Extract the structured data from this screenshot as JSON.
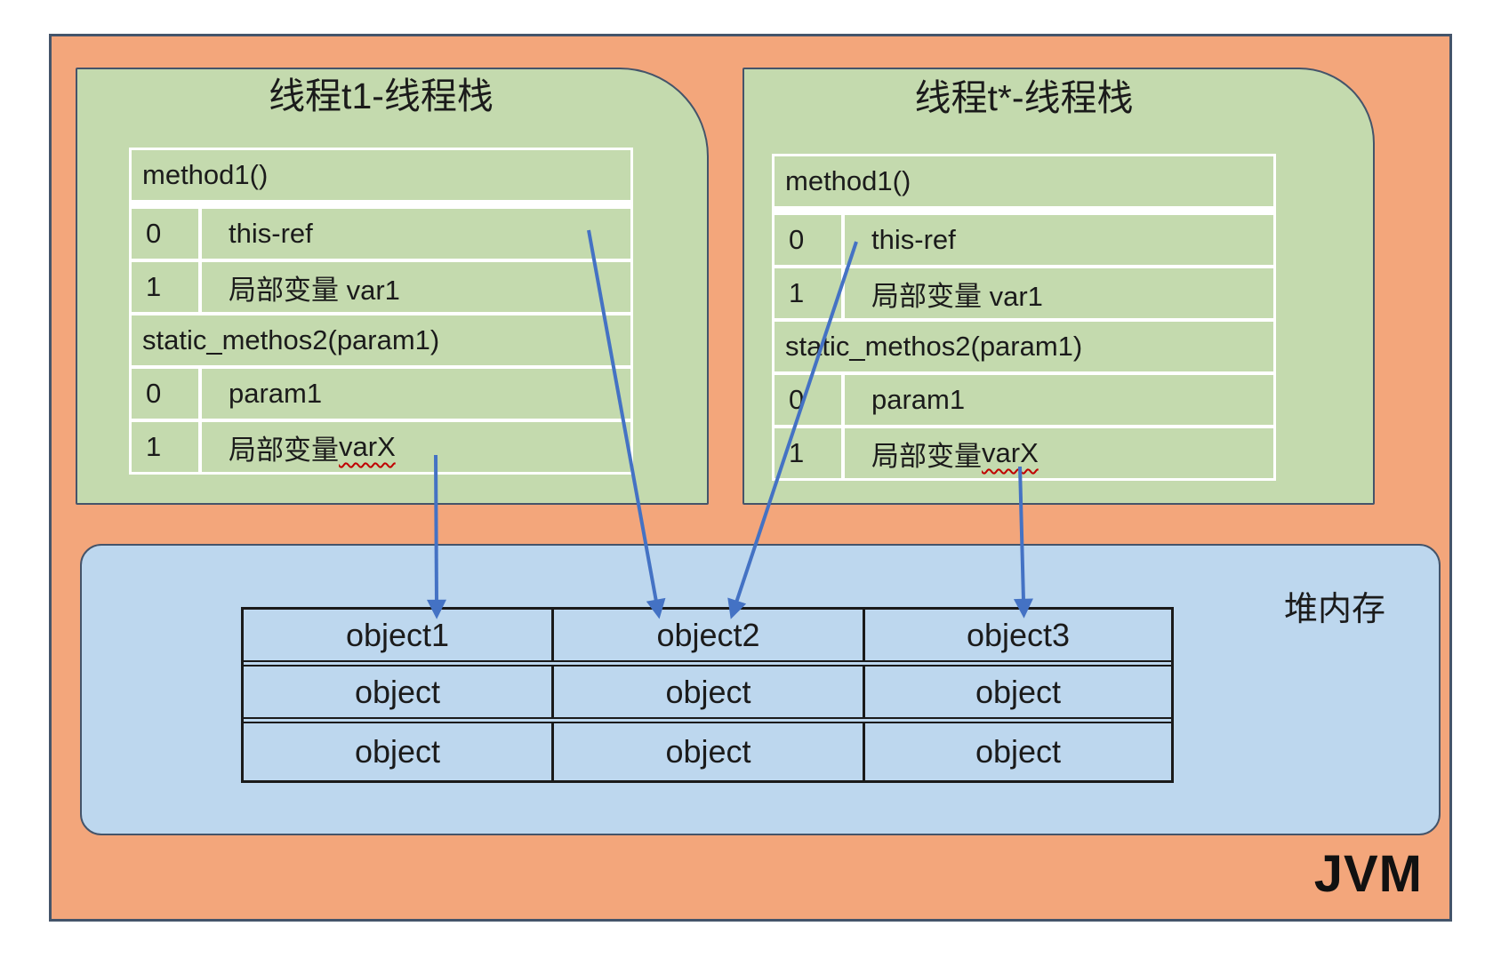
{
  "jvm": {
    "label": "JVM"
  },
  "heap": {
    "label": "堆内存",
    "objects": {
      "headers": [
        "object1",
        "object2",
        "object3"
      ],
      "rows": [
        [
          "object",
          "object",
          "object"
        ],
        [
          "object",
          "object",
          "object"
        ]
      ]
    }
  },
  "threads": [
    {
      "id": "t1",
      "title": "线程t1-线程栈",
      "frames": [
        {
          "kind": "method",
          "label": "method1()",
          "thick_divider_after": true
        },
        {
          "kind": "slot",
          "index": "0",
          "label": "this-ref"
        },
        {
          "kind": "slot",
          "index": "1",
          "label": "局部变量 var1"
        },
        {
          "kind": "method",
          "label": "static_methos2(param1)"
        },
        {
          "kind": "slot",
          "index": "0",
          "label": "param1"
        },
        {
          "kind": "slot",
          "index": "1",
          "label": "局部变量 ",
          "wavy": "varX"
        }
      ]
    },
    {
      "id": "t-star",
      "title": "线程t*-线程栈",
      "frames": [
        {
          "kind": "method",
          "label": "method1()",
          "thick_divider_after": true
        },
        {
          "kind": "slot",
          "index": "0",
          "label": "this-ref"
        },
        {
          "kind": "slot",
          "index": "1",
          "label": "局部变量 var1"
        },
        {
          "kind": "method",
          "label": "static_methos2(param1)"
        },
        {
          "kind": "slot",
          "index": "0",
          "label": "param1"
        },
        {
          "kind": "slot",
          "index": "1",
          "label": "局部变量 ",
          "wavy": "varX"
        }
      ]
    }
  ],
  "arrows": [
    {
      "from": "thread-t1-varX",
      "to": "object1"
    },
    {
      "from": "thread-t1-this-ref",
      "to": "object2"
    },
    {
      "from": "thread-t-star-this-ref",
      "to": "object2"
    },
    {
      "from": "thread-t-star-varX",
      "to": "object3"
    }
  ],
  "colors": {
    "jvm_background": "#F3A67B",
    "thread_box": "#C4DAAE",
    "heap_box": "#BDD7EE",
    "outer_border": "#44546A",
    "arrow": "#4472C4",
    "object_table_line": "#1A1A1A",
    "stack_table_line": "#FFFFFF",
    "wavy_underline": "#C00000",
    "text": "#1B1B1B"
  }
}
